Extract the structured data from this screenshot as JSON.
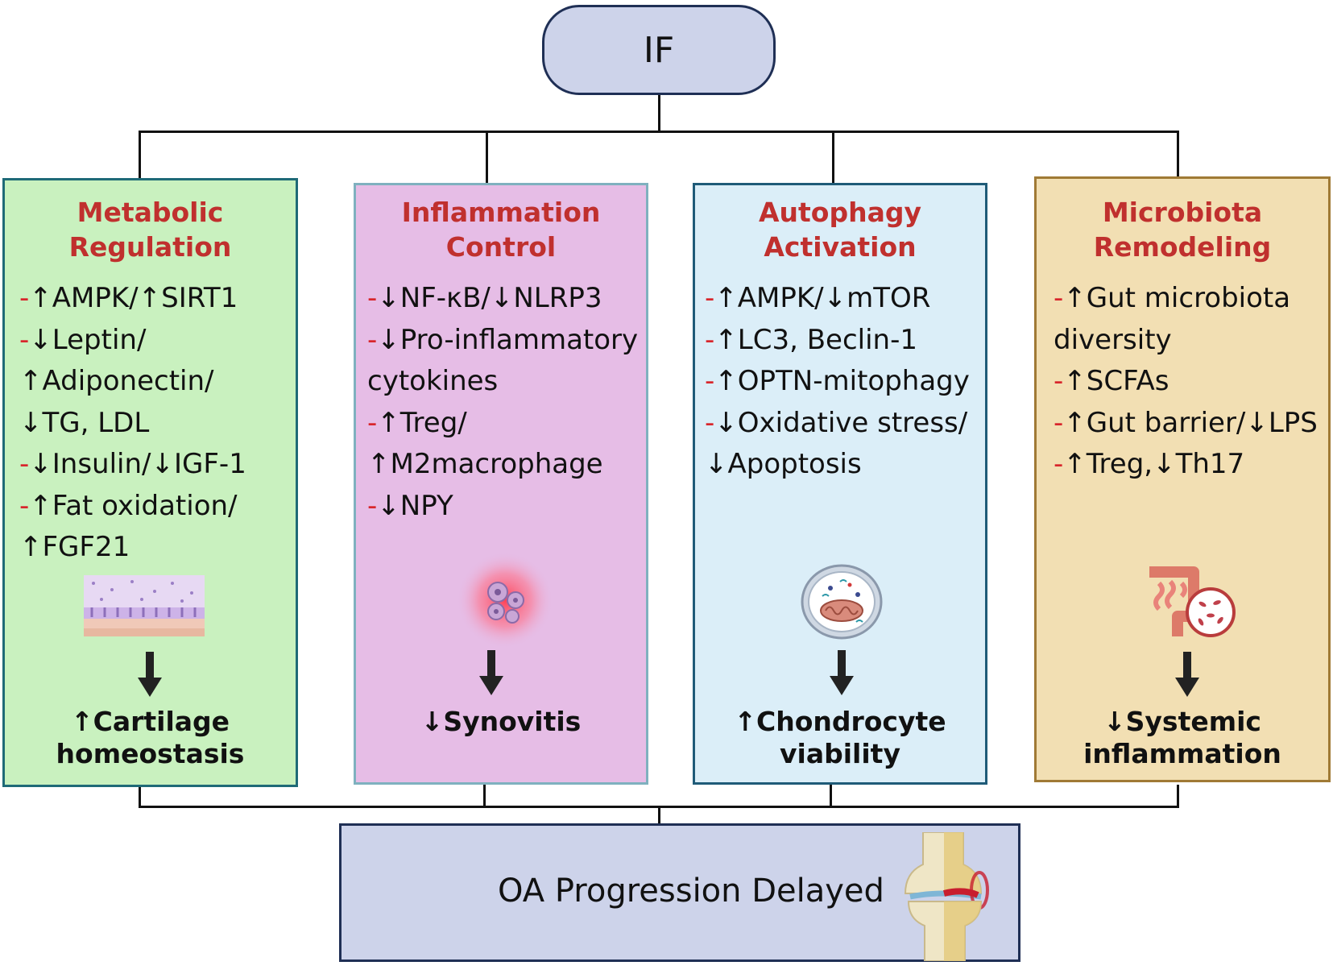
{
  "top_node": {
    "label": "IF"
  },
  "panels": [
    {
      "title_lines": [
        "Metabolic",
        "Regulation"
      ],
      "items": [
        {
          "dash": "-",
          "text": "↑AMPK/↑SIRT1"
        },
        {
          "dash": "-",
          "text": "↓Leptin/"
        },
        {
          "dash": "",
          "text": "↑Adiponectin/"
        },
        {
          "dash": "",
          "text": "↓TG, LDL"
        },
        {
          "dash": "-",
          "text": "↓Insulin/↓IGF-1"
        },
        {
          "dash": "-",
          "text": "↑Fat oxidation/"
        },
        {
          "dash": "",
          "text": "↑FGF21"
        }
      ],
      "icon": "cartilage-tissue-icon",
      "outcome_lines": [
        "↑Cartilage",
        "homeostasis"
      ],
      "bg": "#c9f1bf",
      "border": "#1f6a77"
    },
    {
      "title_lines": [
        "Inflammation",
        "Control"
      ],
      "items": [
        {
          "dash": "-",
          "text": "↓NF-κB/↓NLRP3"
        },
        {
          "dash": "-",
          "text": "↓Pro-inflammatory"
        },
        {
          "dash": "",
          "text": "cytokines"
        },
        {
          "dash": "-",
          "text": "↑Treg/"
        },
        {
          "dash": "",
          "text": "↑M2macrophage"
        },
        {
          "dash": "-",
          "text": "↓NPY"
        }
      ],
      "icon": "inflamed-cells-icon",
      "outcome_lines": [
        "↓Synovitis"
      ],
      "bg": "#e6bde6",
      "border": "#7fb1bf"
    },
    {
      "title_lines": [
        "Autophagy",
        "Activation"
      ],
      "items": [
        {
          "dash": "-",
          "text": "↑AMPK/↓mTOR"
        },
        {
          "dash": "-",
          "text": "↑LC3, Beclin-1"
        },
        {
          "dash": "-",
          "text": "↑OPTN-mitophagy"
        },
        {
          "dash": "-",
          "text": "↓Oxidative stress/"
        },
        {
          "dash": "",
          "text": "↓Apoptosis"
        }
      ],
      "icon": "autophagosome-mitochondria-icon",
      "outcome_lines": [
        "↑Chondrocyte",
        "viability"
      ],
      "bg": "#dbeef8",
      "border": "#1f5b78"
    },
    {
      "title_lines": [
        "Microbiota",
        "Remodeling"
      ],
      "items": [
        {
          "dash": "-",
          "text": "↑Gut microbiota"
        },
        {
          "dash": "",
          "text": "diversity"
        },
        {
          "dash": "-",
          "text": "↑SCFAs"
        },
        {
          "dash": "-",
          "text": "↑Gut barrier/↓LPS"
        },
        {
          "dash": "-",
          "text": "↑Treg,↓Th17"
        }
      ],
      "icon": "intestine-bacteria-icon",
      "outcome_lines": [
        "↓Systemic",
        "inflammation"
      ],
      "bg": "#f2dfb3",
      "border": "#a07a35"
    }
  ],
  "bottom_node": {
    "label": "OA Progression Delayed",
    "icon": "knee-joint-icon"
  }
}
